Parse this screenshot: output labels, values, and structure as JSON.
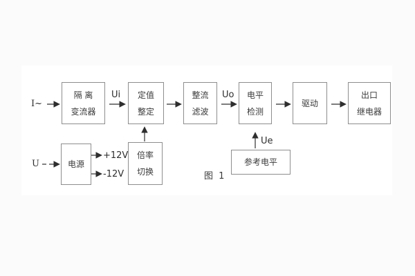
{
  "diagram": {
    "caption": "图 1",
    "blocks": {
      "isolation": {
        "line1": "隔 离",
        "line2": "变流器"
      },
      "setpoint": {
        "line1": "定值",
        "line2": "整定"
      },
      "rectifier": {
        "line1": "整流",
        "line2": "滤波"
      },
      "level": {
        "line1": "电平",
        "line2": "检测"
      },
      "drive": {
        "line1": "驱动"
      },
      "relay": {
        "line1": "出口",
        "line2": "继电器"
      },
      "power": {
        "line1": "电源"
      },
      "ratio": {
        "line1": "倍率",
        "line2": "切换"
      },
      "reference": {
        "line1": "参考电平"
      }
    },
    "signals": {
      "input_current": "I~",
      "ui": "Ui",
      "uo": "Uo",
      "input_voltage": "U",
      "plus12v": "+12V",
      "minus12v": "-12V",
      "ue": "Ue"
    },
    "colors": {
      "background": "#fbfbfb",
      "panel": "#ffffff",
      "box_border": "#8d8d8d",
      "line": "#2e2e2e",
      "text": "#3a3a3a"
    }
  }
}
